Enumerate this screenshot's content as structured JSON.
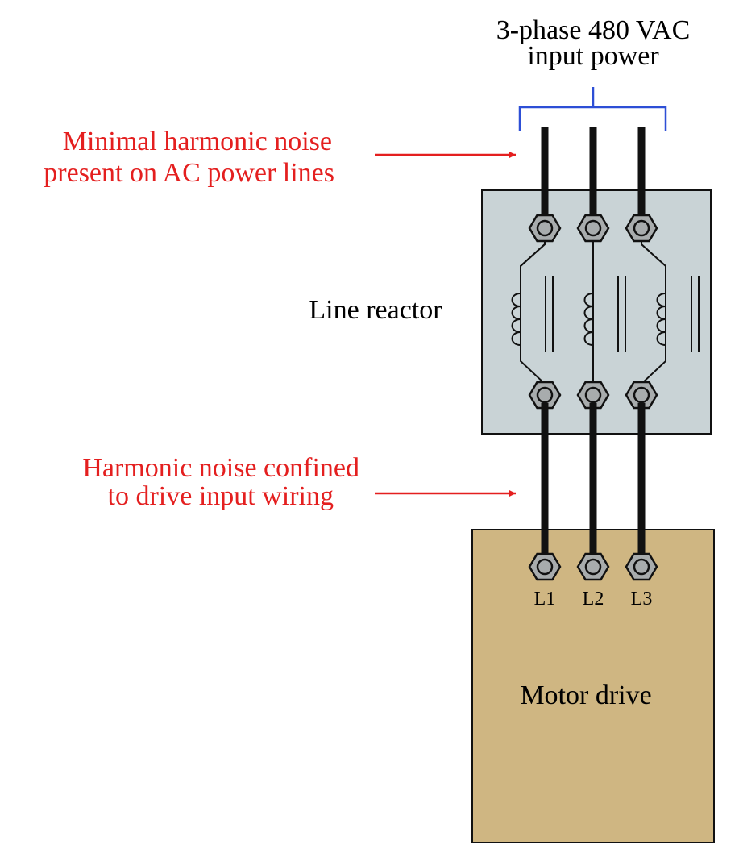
{
  "input_power": {
    "line1": "3-phase 480 VAC",
    "line2": "input power"
  },
  "annotations": {
    "top": {
      "line1": "Minimal harmonic noise",
      "line2": "present on AC power lines"
    },
    "middle": {
      "line1": "Harmonic noise confined",
      "line2": "to drive input wiring"
    }
  },
  "line_reactor": {
    "label": "Line reactor"
  },
  "motor_drive": {
    "label": "Motor drive",
    "terminals": [
      "L1",
      "L2",
      "L3"
    ]
  },
  "colors": {
    "annotation": "#e41f1f",
    "bracket": "#2d4fd6",
    "reactor_fill": "#c9d3d6",
    "drive_fill": "#cfb682",
    "terminal_fill": "#a8acad",
    "wire": "#111111"
  }
}
